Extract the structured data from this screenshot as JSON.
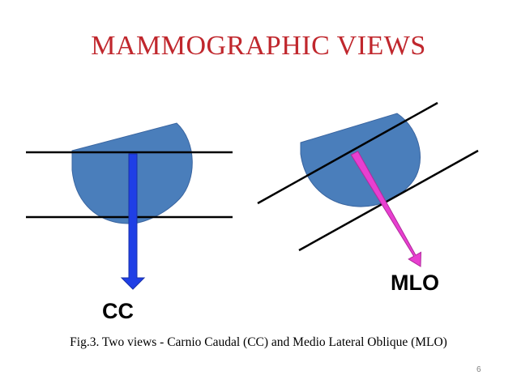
{
  "slide": {
    "title": "MAMMOGRAPHIC VIEWS",
    "caption": "Fig.3. Two views - Carnio Caudal (CC) and Medio Lateral Oblique (MLO)",
    "page_number": "6"
  },
  "views": {
    "cc": {
      "label": "CC",
      "arrow_color": "#1f3fe6"
    },
    "mlo": {
      "label": "MLO",
      "arrow_color": "#e83fd0"
    }
  },
  "colors": {
    "breast_fill": "#4a7ebb",
    "breast_stroke": "#3a65a0",
    "title": "#c0272d",
    "compression_line": "#000000"
  }
}
